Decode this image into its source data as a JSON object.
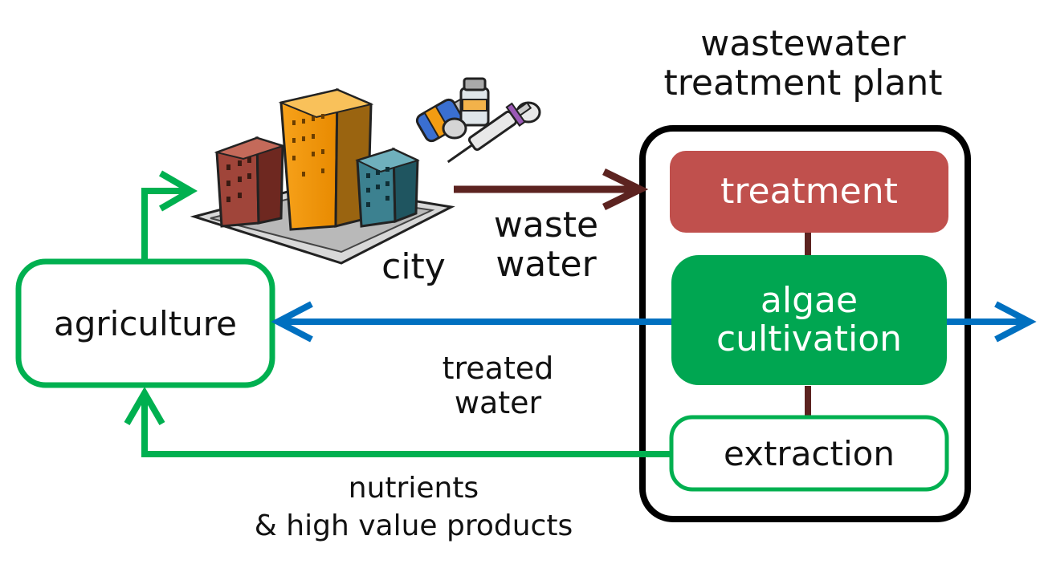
{
  "plant_title": {
    "line1": "wastewater",
    "line2": "treatment plant"
  },
  "nodes": {
    "treatment": "treatment",
    "algae": {
      "line1": "algae",
      "line2": "cultivation"
    },
    "extraction": "extraction",
    "agriculture": "agriculture",
    "city": "city"
  },
  "edge_labels": {
    "waste_water": {
      "line1": "waste",
      "line2": "water"
    },
    "treated_water": {
      "line1": "treated",
      "line2": "water"
    },
    "nutrients": {
      "line1": "nutrients",
      "line2": "& high value products"
    }
  },
  "colors": {
    "treatment_fill": "#c0504d",
    "algae_fill": "#00a651",
    "green_stroke": "#00b050",
    "blue_arrow": "#0070c0",
    "brown_arrow": "#5c2320",
    "plant_border": "#000000"
  },
  "icons": [
    "city-buildings-icon",
    "medicine-syringe-icon"
  ]
}
